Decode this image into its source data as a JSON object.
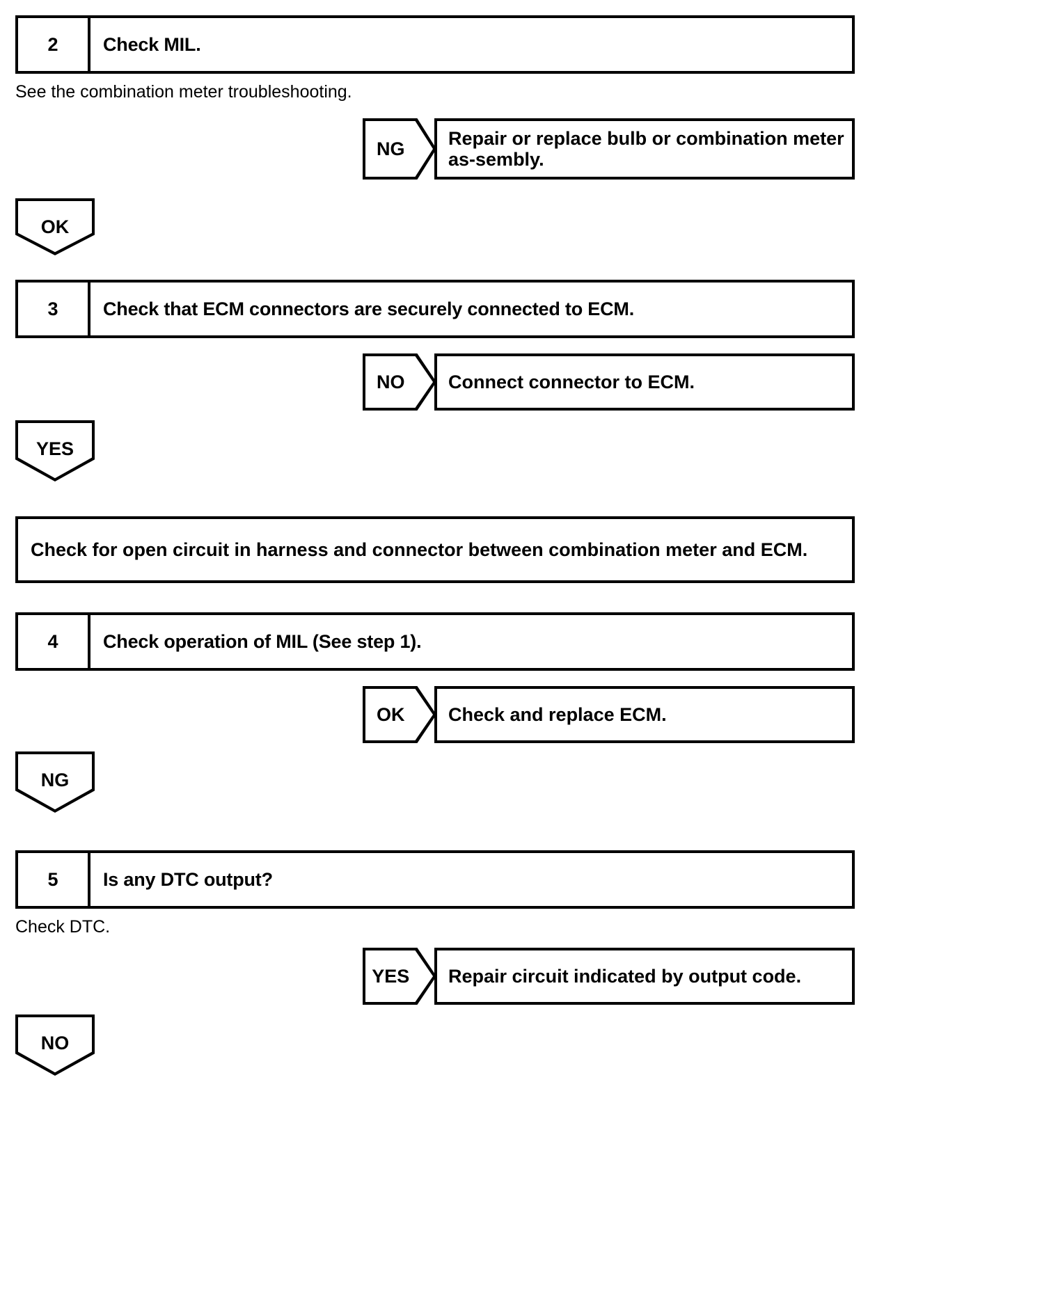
{
  "document": {
    "type": "automotive-troubleshooting-flowchart",
    "page_background": "#ffffff",
    "ink_color": "#000000"
  },
  "steps": [
    {
      "number": "2",
      "title": "Check MIL.",
      "note": "See the combination meter troubleshooting.",
      "branch": {
        "label": "NG",
        "result": "Repair or replace bulb or combination meter as-sembly."
      },
      "continue": "OK"
    },
    {
      "number": "3",
      "title": "Check that ECM connectors are securely connected to ECM.",
      "note": "",
      "branch": {
        "label": "NO",
        "result": "Connect connector to ECM."
      },
      "continue": "YES"
    },
    {
      "number": "4",
      "title": "Check operation of MIL (See step 1).",
      "note": "",
      "branch": {
        "label": "OK",
        "result": "Check and replace ECM."
      },
      "continue": "NG"
    },
    {
      "number": "5",
      "title": "Is any DTC output?",
      "note": "Check DTC.",
      "branch": {
        "label": "YES",
        "result": "Repair circuit indicated by output code."
      },
      "continue": "NO"
    }
  ],
  "instruction_box": {
    "text": "Check for open circuit in harness and connector between combination meter and ECM."
  }
}
